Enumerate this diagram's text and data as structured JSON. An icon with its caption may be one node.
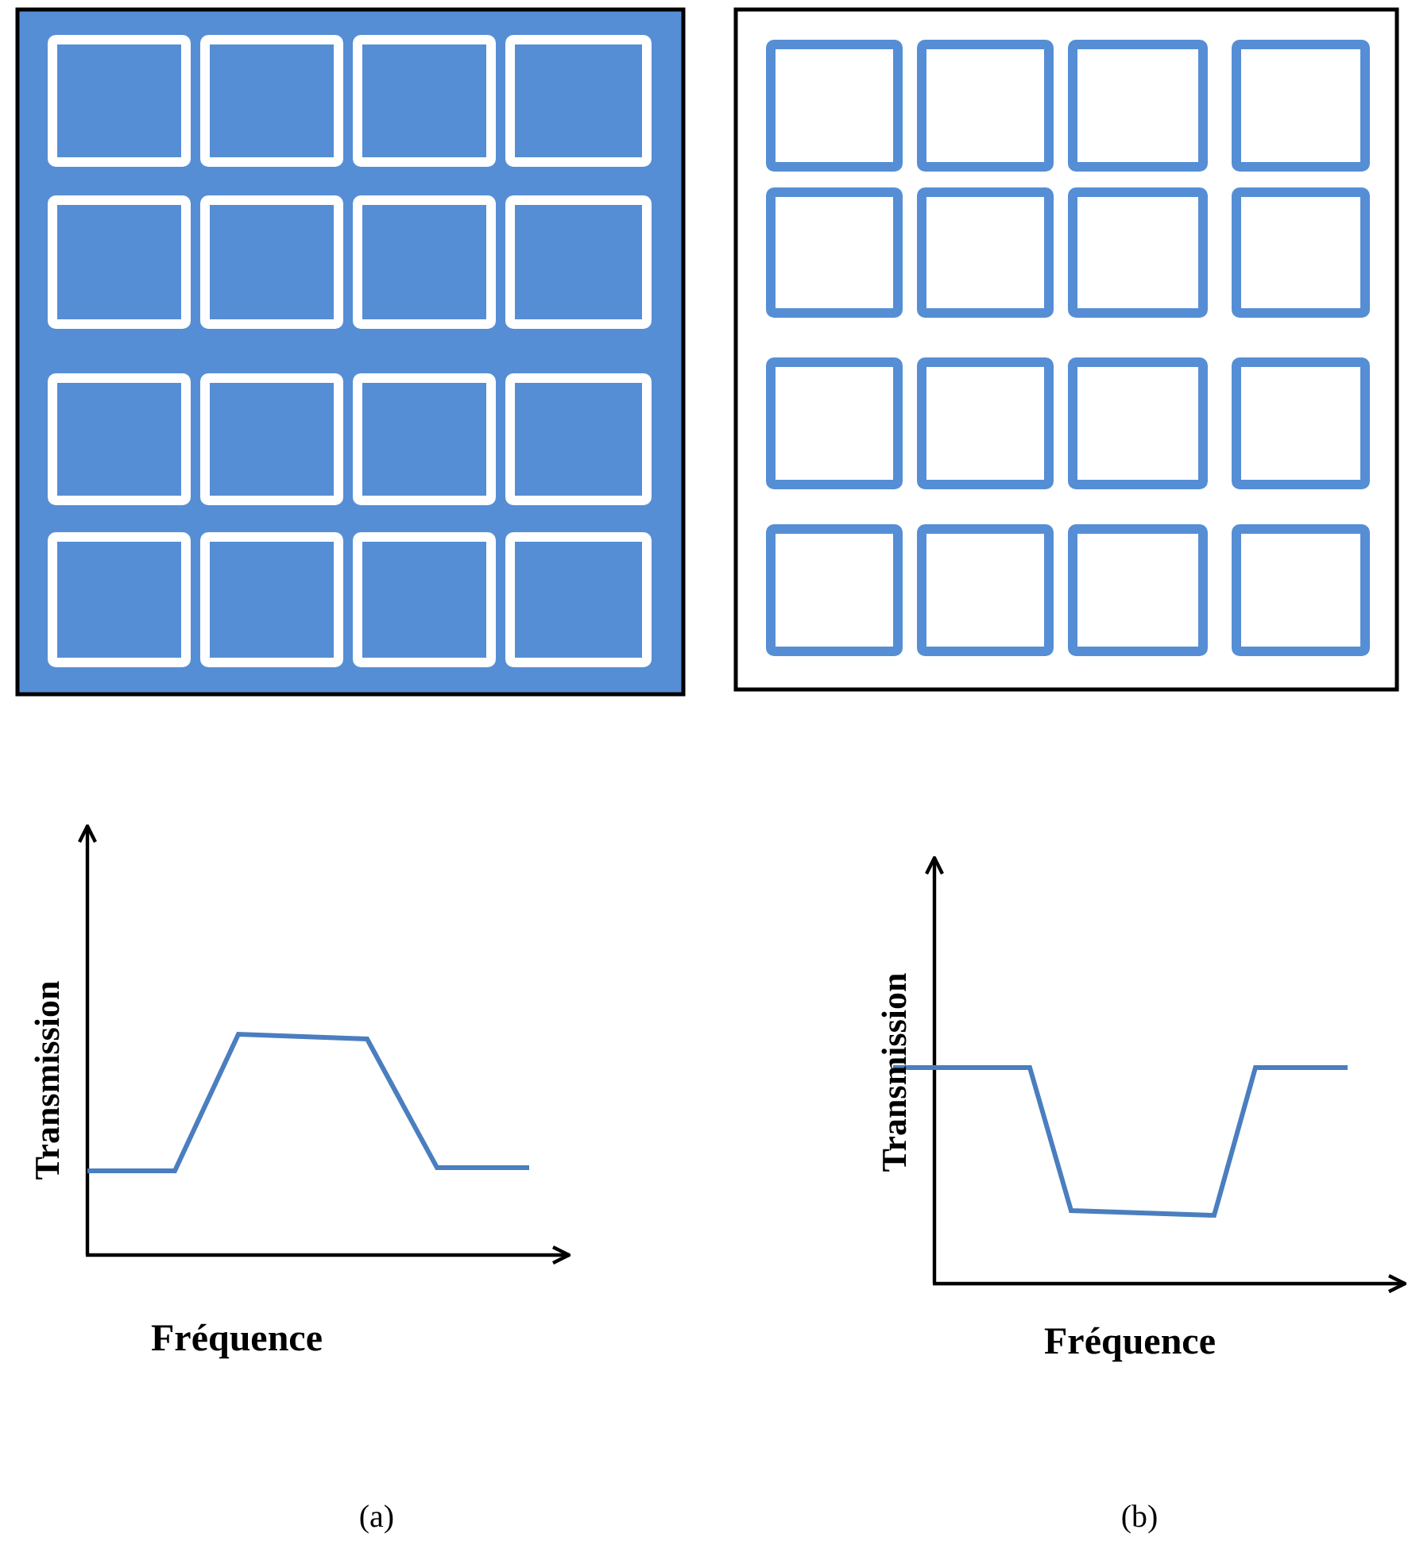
{
  "diagram": {
    "labels": [
      "Transmission",
      "Fréquence",
      "Transmission",
      "Fréquence",
      "(a)",
      "(b)"
    ]
  }
}
